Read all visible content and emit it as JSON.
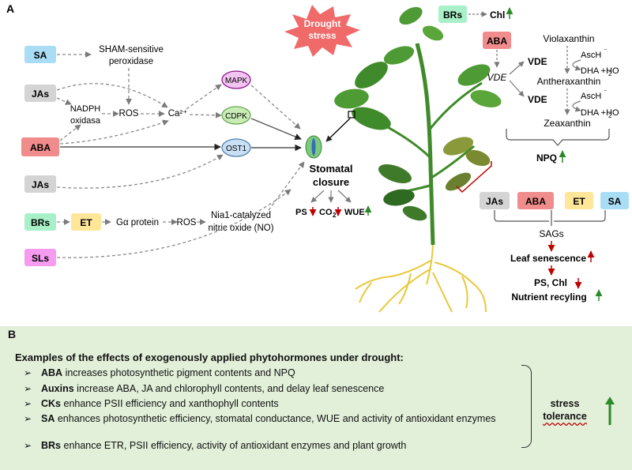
{
  "panel_a": {
    "letter": "A",
    "hormones": {
      "sa": "SA",
      "jas": "JAs",
      "aba": "ABA",
      "jas2": "JAs",
      "brs": "BRs",
      "et": "ET",
      "sls": "SLs"
    },
    "nodes": {
      "sham_line1": "SHAM-sensitive",
      "sham_line2": "peroxidase",
      "nadph_line1": "NADPH",
      "nadph_line2": "oxidasa",
      "ros": "ROS",
      "ca": "Ca²⁺",
      "mapk": "MAPK",
      "cdpk": "CDPK",
      "ost1": "OST1",
      "g_protein": "Gα protein",
      "ros2": "ROS",
      "nia_line1": "Nia1-catalyzed",
      "nia_line2": "nitric oxide (NO)"
    },
    "stomatal": {
      "line1": "Stomatal",
      "line2": "closure",
      "ps": "PS",
      "co2": "CO",
      "co2_sub": "2",
      "wue": "WUE"
    },
    "drought": {
      "line1": "Drought",
      "line2": "stress"
    },
    "brs_chl": {
      "brs": "BRs",
      "chl": "Chl"
    },
    "xanthophyll": {
      "aba": "ABA",
      "vde_italic": "VDE",
      "violaxanthin": "Violaxanthin",
      "asch1": "AscH",
      "asch_sup": "⁻",
      "vde1": "VDE",
      "dha1": "DHA +H",
      "h2o_sub": "2",
      "o": "O",
      "antheraxanthin": "Antheraxanthin",
      "asch2": "AscH",
      "vde2": "VDE",
      "dha2": "DHA +H",
      "zeaxanthin": "Zeaxanthin",
      "npq": "NPQ"
    },
    "senescence": {
      "jas": "JAs",
      "aba": "ABA",
      "et": "ET",
      "sa": "SA",
      "sags": "SAGs",
      "leaf_senescence": "Leaf senescence",
      "ps_chl": "PS, Chl",
      "nutrient": "Nutrient recyling"
    }
  },
  "panel_b": {
    "letter": "B",
    "title": "Examples of the effects of exogenously applied phytohormones under drought:",
    "arrow_glyph": "➢",
    "items": [
      {
        "hormone": "ABA",
        "text": " increases photosynthetic pigment contents and NPQ"
      },
      {
        "hormone": "Auxins",
        "text": " increase ABA, JA and chlorophyll contents, and delay leaf senescence"
      },
      {
        "hormone": "CKs",
        "text": " enhance PSII efficiency and xanthophyll contents"
      },
      {
        "hormone": "SA",
        "text": " enhances photosynthetic efficiency, stomatal conductance, WUE and activity of antioxidant enzymes"
      },
      {
        "hormone": "BRs",
        "text": " enhance ETR, PSII efficiency, activity of antioxidant enzymes and plant growth"
      }
    ],
    "stress_line1": "stress",
    "stress_line2": "tolerance"
  },
  "colors": {
    "sa": "#a9dcf5",
    "jas": "#d4d4d4",
    "aba": "#f08c8c",
    "brs": "#a8f0c8",
    "et": "#ffe699",
    "sls": "#f59cf0",
    "mapk": "#f2c4f2",
    "cdpk": "#c9ecb6",
    "ost1": "#c9dff4",
    "drought": "#f06a6a",
    "up_arrow": "#2a8a2a",
    "down_arrow": "#c00000",
    "panel_b_bg": "#e2efd9"
  }
}
